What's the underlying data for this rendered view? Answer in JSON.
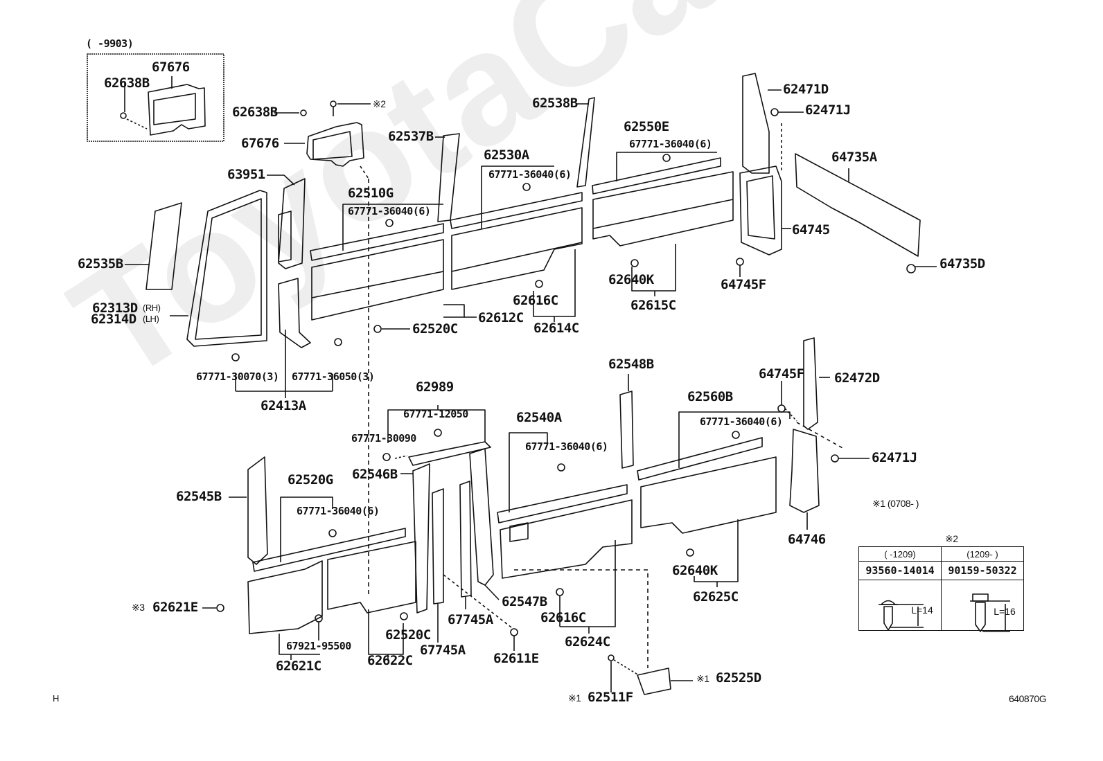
{
  "diagram": {
    "title_code": "640870G",
    "corner_mark": "H",
    "watermark": "ToyotaCarMine.ru",
    "inset": {
      "range_label": "(      -9903)",
      "parts": [
        "67676",
        "62638B"
      ]
    },
    "notes": {
      "note1": "※1 (0708-      )",
      "note2_mark": "※2"
    },
    "spec_table": {
      "columns": [
        {
          "range": "(      -1209)",
          "part_no": "93560-14014",
          "length": "L=14",
          "head": "pan-head screw"
        },
        {
          "range": "(1209-      )",
          "part_no": "90159-50322",
          "length": "L=16",
          "head": "hex-head screw"
        }
      ]
    },
    "labels": {
      "l_62638B_top": "62638B",
      "l_62638B": "62638B",
      "l_screw_note2": "※2",
      "l_67676_inset": "67676",
      "l_67676": "67676",
      "l_63951": "63951",
      "l_62535B": "62535B",
      "l_62313D": "62313D",
      "l_62313D_rh": "(RH)",
      "l_62314D": "62314D",
      "l_62314D_lh": "(LH)",
      "l_62510G": "62510G",
      "l_62510G_clip": "67771-36040(6)",
      "l_62537B": "62537B",
      "l_62530A": "62530A",
      "l_62530A_clip": "67771-36040(6)",
      "l_62538B": "62538B",
      "l_62550E": "62550E",
      "l_62550E_clip": "67771-36040(6)",
      "l_62471D": "62471D",
      "l_62471J_top": "62471J",
      "l_64735A": "64735A",
      "l_64745": "64745",
      "l_64735D": "64735D",
      "l_64745F_top": "64745F",
      "l_62640K_top": "62640K",
      "l_62615C": "62615C",
      "l_62616C_top": "62616C",
      "l_62614C": "62614C",
      "l_62612C": "62612C",
      "l_62520C_top": "62520C",
      "l_67771_30070": "67771-30070(3)",
      "l_67771_36050": "67771-36050(3)",
      "l_62413A": "62413A",
      "l_62989": "62989",
      "l_67771_12050": "67771-12050",
      "l_67771_30090": "67771-30090",
      "l_62546B": "62546B",
      "l_62540A": "62540A",
      "l_62540A_clip": "67771-36040(6)",
      "l_62548B": "62548B",
      "l_62560B": "62560B",
      "l_62560B_clip": "67771-36040(6)",
      "l_64745F_bot": "64745F",
      "l_62472D": "62472D",
      "l_62471J_bot": "62471J",
      "l_64746": "64746",
      "l_62545B": "62545B",
      "l_62520G": "62520G",
      "l_62520G_clip": "67771-36040(6)",
      "l_62621E_mark": "※3",
      "l_62621E": "62621E",
      "l_67921_95500": "67921-95500",
      "l_62621C": "62621C",
      "l_62520C_bot": "62520C",
      "l_62622C": "62622C",
      "l_67745A_1": "67745A",
      "l_67745A_2": "67745A",
      "l_62547B": "62547B",
      "l_62611E": "62611E",
      "l_62616C_bot": "62616C",
      "l_62624C": "62624C",
      "l_62640K_bot": "62640K",
      "l_62625C": "62625C",
      "l_62511F_mark": "※1",
      "l_62511F": "62511F",
      "l_62525D_mark": "※1",
      "l_62525D": "62525D"
    }
  }
}
